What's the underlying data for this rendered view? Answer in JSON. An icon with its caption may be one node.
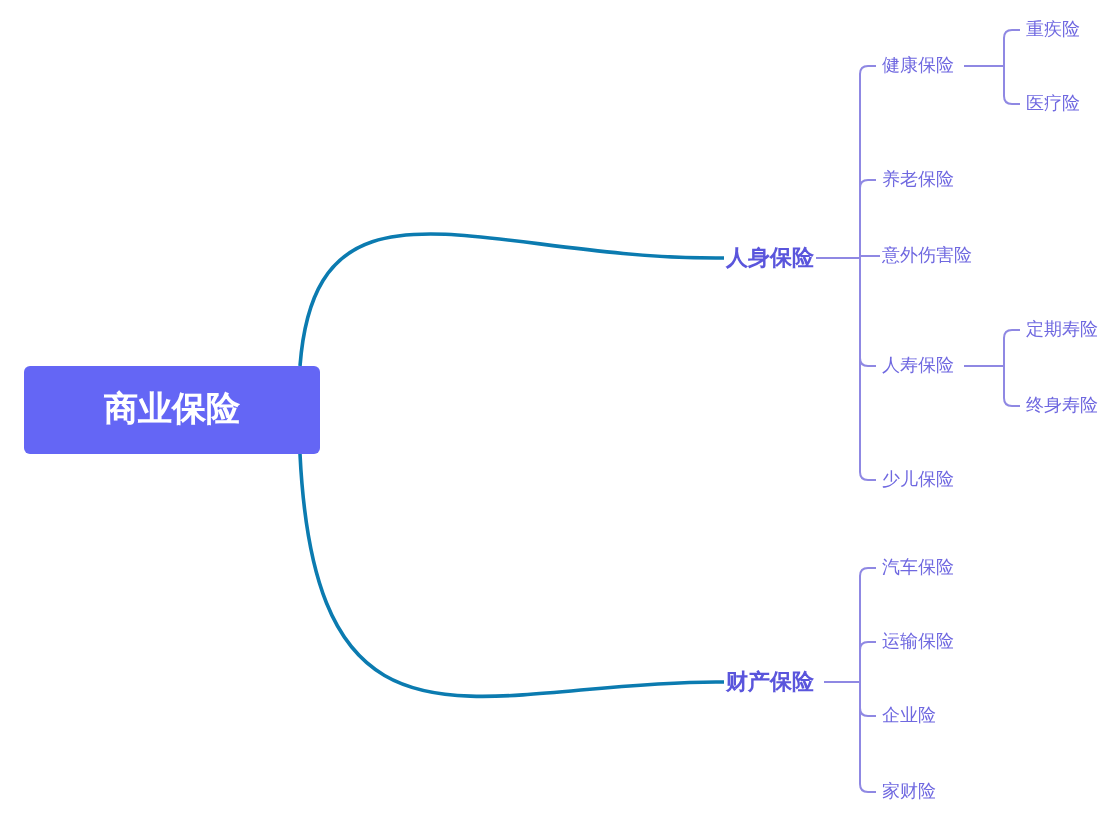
{
  "diagram": {
    "nodes": [
      {
        "text": [
          "商业保险"
        ]
      },
      {
        "text": [
          "人身保险"
        ]
      },
      {
        "text": [
          "健康保险"
        ]
      },
      {
        "text": [
          "重疾险"
        ]
      },
      {
        "text": [
          "医疗险"
        ]
      },
      {
        "text": [
          "养老保险"
        ]
      },
      {
        "text": [
          "意外伤害险"
        ]
      },
      {
        "text": [
          "人寿保险"
        ]
      },
      {
        "text": [
          "定期寿险"
        ]
      },
      {
        "text": [
          "终身寿险"
        ]
      },
      {
        "text": [
          "少儿保险"
        ]
      },
      {
        "text": [
          "财产保险"
        ]
      },
      {
        "text": [
          "汽车保险"
        ]
      },
      {
        "text": [
          "运输保险"
        ]
      },
      {
        "text": [
          "企业险"
        ]
      },
      {
        "text": [
          "家财险"
        ]
      }
    ],
    "edges": [
      {
        "from": 0,
        "to": 1,
        "arrow": "none",
        "color": "#0b7bb0"
      },
      {
        "from": 0,
        "to": 11,
        "arrow": "none",
        "color": "#0b7bb0"
      },
      {
        "from": 1,
        "to": 2,
        "arrow": "none"
      },
      {
        "from": 1,
        "to": 5,
        "arrow": "none"
      },
      {
        "from": 1,
        "to": 6,
        "arrow": "none"
      },
      {
        "from": 1,
        "to": 7,
        "arrow": "none"
      },
      {
        "from": 1,
        "to": 10,
        "arrow": "none"
      },
      {
        "from": 2,
        "to": 3,
        "arrow": "none"
      },
      {
        "from": 2,
        "to": 4,
        "arrow": "none"
      },
      {
        "from": 7,
        "to": 8,
        "arrow": "none"
      },
      {
        "from": 7,
        "to": 9,
        "arrow": "none"
      },
      {
        "from": 11,
        "to": 12,
        "arrow": "none"
      },
      {
        "from": 11,
        "to": 13,
        "arrow": "none"
      },
      {
        "from": 11,
        "to": 14,
        "arrow": "none"
      },
      {
        "from": 11,
        "to": 15,
        "arrow": "none"
      }
    ]
  }
}
